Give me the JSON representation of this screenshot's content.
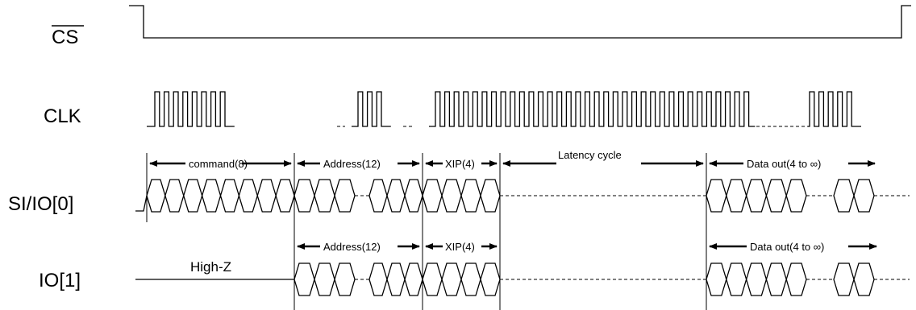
{
  "signals": {
    "cs": "CS",
    "clk": "CLK",
    "si": "SI/IO[0]",
    "io1": "IO[1]"
  },
  "labels": {
    "command": "command(8)",
    "address": "Address(12)",
    "xip": "XIP(4)",
    "latency": "Latency cycle",
    "data_out": "Data out(4 to ∞)",
    "highz": "High-Z"
  }
}
